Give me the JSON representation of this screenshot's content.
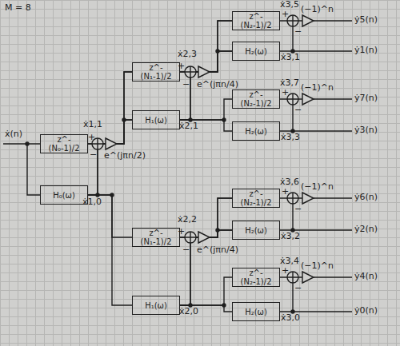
{
  "diagram": {
    "nodes": [
      {
        "text": [
          "z^-(N₀-1)/2"
        ]
      },
      {
        "text": [
          "H₀(ω)"
        ]
      },
      {
        "text": [
          "z^-(N₁-1)/2"
        ]
      },
      {
        "text": [
          "H₁(ω)"
        ]
      },
      {
        "text": [
          "z^-(N₁-1)/2"
        ]
      },
      {
        "text": [
          "H₁(ω)"
        ]
      },
      {
        "text": [
          "z^-(N₂-1)/2"
        ]
      },
      {
        "text": [
          "H₂(ω)"
        ]
      },
      {
        "text": [
          "z^-(N₂-1)/2"
        ]
      },
      {
        "text": [
          "H₂(ω)"
        ]
      },
      {
        "text": [
          "z^-(N₂-1)/2"
        ]
      },
      {
        "text": [
          "H₂(ω)"
        ]
      },
      {
        "text": [
          "z^-(N₂-1)/2"
        ]
      },
      {
        "text": [
          "H₂(ω)"
        ]
      }
    ],
    "edges": [
      {
        "from": 0,
        "to": 2,
        "arrow": "none"
      },
      {
        "from": 0,
        "to": 3,
        "arrow": "none"
      },
      {
        "from": 1,
        "to": 2,
        "arrow": "none"
      },
      {
        "from": 1,
        "to": 3,
        "arrow": "none"
      },
      {
        "from": 1,
        "to": 4,
        "arrow": "none"
      },
      {
        "from": 1,
        "to": 5,
        "arrow": "none"
      },
      {
        "from": 2,
        "to": 6,
        "arrow": "none"
      },
      {
        "from": 2,
        "to": 7,
        "arrow": "none"
      },
      {
        "from": 3,
        "to": 6,
        "arrow": "none"
      },
      {
        "from": 3,
        "to": 7,
        "arrow": "none"
      },
      {
        "from": 3,
        "to": 8,
        "arrow": "none"
      },
      {
        "from": 3,
        "to": 9,
        "arrow": "none"
      },
      {
        "from": 4,
        "to": 10,
        "arrow": "none"
      },
      {
        "from": 4,
        "to": 11,
        "arrow": "none"
      },
      {
        "from": 5,
        "to": 10,
        "arrow": "none"
      },
      {
        "from": 5,
        "to": 11,
        "arrow": "none"
      },
      {
        "from": 5,
        "to": 12,
        "arrow": "none"
      },
      {
        "from": 5,
        "to": 13,
        "arrow": "none"
      }
    ],
    "labels": [
      "M = 8",
      "ẋ(n)",
      "ẋ1,1",
      "+",
      "−",
      "e^(jπn/2)",
      "ẋ1,0",
      "ẋ2,3",
      "+",
      "−",
      "e^(jπn/4)",
      "ẋ2,1",
      "ẋ2,2",
      "+",
      "−",
      "e^(jπn/4)",
      "ẋ2,0",
      "ẋ3,5",
      "+",
      "−",
      "(−1)^n",
      "ẏ5(n)",
      "ẋ3,1",
      "ẏ1(n)",
      "ẋ3,7",
      "+",
      "−",
      "(−1)^n",
      "ẏ7(n)",
      "ẋ3,3",
      "ẏ3(n)",
      "ẋ3,6",
      "+",
      "−",
      "(−1)^n",
      "ẏ6(n)",
      "ẋ3,2",
      "ẏ2(n)",
      "ẋ3,4",
      "+",
      "−",
      "(−1)^n",
      "ẏ4(n)",
      "ẋ3,0",
      "ẏ0(n)"
    ]
  }
}
